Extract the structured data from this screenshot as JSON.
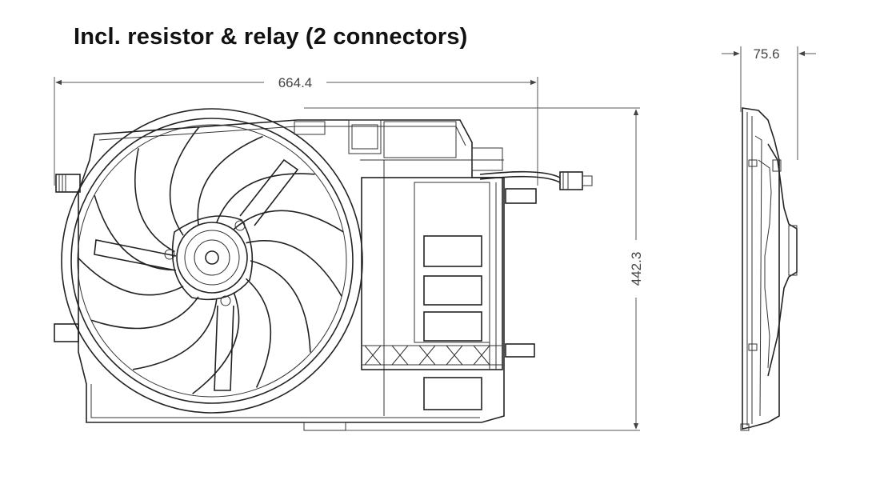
{
  "title": "Incl. resistor & relay (2 connectors)",
  "dimensions": {
    "width": "664.4",
    "height": "442.3",
    "depth": "75.6"
  }
}
